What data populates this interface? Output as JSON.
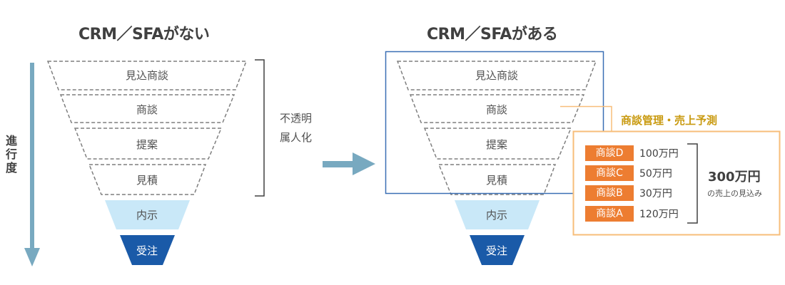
{
  "left_panel": {
    "title": "CRM／SFAがない",
    "stages": [
      {
        "label": "見込商談",
        "style": "dashed"
      },
      {
        "label": "商談",
        "style": "dashed"
      },
      {
        "label": "提案",
        "style": "dashed"
      },
      {
        "label": "見積",
        "style": "dashed"
      },
      {
        "label": "内示",
        "style": "light-fill"
      },
      {
        "label": "受注",
        "style": "dark-fill"
      }
    ],
    "bracket_note_lines": [
      "不透明",
      "属人化"
    ]
  },
  "progress_axis": {
    "label": "進行度",
    "icon": "arrow-down-icon"
  },
  "transition_arrow": {
    "icon": "arrow-right-icon"
  },
  "right_panel": {
    "title": "CRM／SFAがある",
    "stages": [
      {
        "label": "見込商談",
        "style": "dashed"
      },
      {
        "label": "商談",
        "style": "dashed"
      },
      {
        "label": "提案",
        "style": "dashed"
      },
      {
        "label": "見積",
        "style": "dashed"
      },
      {
        "label": "内示",
        "style": "light-fill"
      },
      {
        "label": "受注",
        "style": "dark-fill"
      }
    ],
    "callout": {
      "title": "商談管理・売上予測",
      "deals": [
        {
          "name": "商談D",
          "amount": "100万円"
        },
        {
          "name": "商談C",
          "amount": "50万円"
        },
        {
          "name": "商談B",
          "amount": "30万円"
        },
        {
          "name": "商談A",
          "amount": "120万円"
        }
      ],
      "total": "300万円",
      "total_caption": "の売上の見込み"
    }
  },
  "colors": {
    "dashed_stroke": "#7f7f7f",
    "light_fill": "#c9e8f8",
    "dark_fill": "#1a5aa8",
    "arrow": "#78a9c0",
    "highlight_box": "#3a6fb4",
    "callout_border": "#f7be7a",
    "deal_badge": "#ed7d31",
    "callout_title": "#c99a10",
    "bracket": "#404040"
  }
}
